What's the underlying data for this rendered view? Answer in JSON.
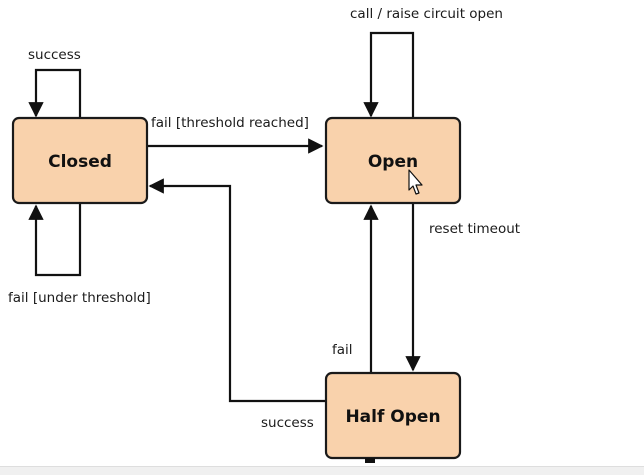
{
  "diagram": {
    "states": {
      "closed": "Closed",
      "open": "Open",
      "half_open": "Half Open"
    },
    "transitions": {
      "closed_self_top": "success",
      "closed_self_bottom": "fail [under threshold]",
      "closed_to_open": "fail [threshold reached]",
      "open_self": "call / raise circuit open",
      "open_to_half_open": "reset timeout",
      "half_open_to_open": "fail",
      "half_open_to_closed": "success"
    },
    "colors": {
      "state_fill": "#f9d2ac",
      "stroke": "#111111"
    }
  }
}
